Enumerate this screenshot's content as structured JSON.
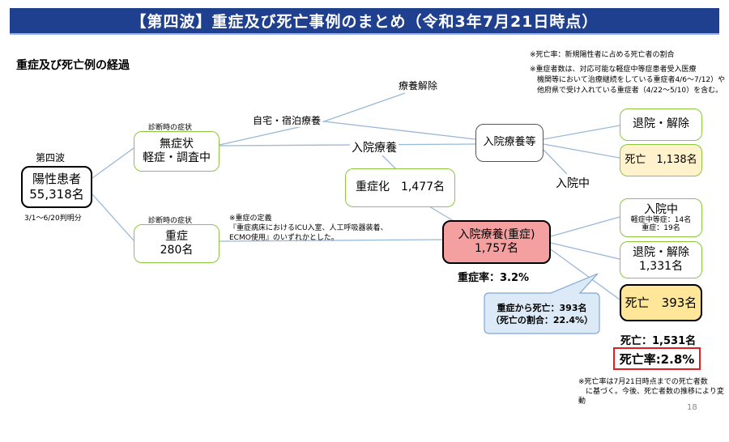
{
  "title": "【第四波】重症及び死亡事例のまとめ（令和3年7月21日時点）",
  "subtitle": "重症及び死亡例の経過",
  "notes": {
    "death_rate_def": "※死亡率：新規陽性者に占める死亡者の割合",
    "severe_count": "※重症者数は、対応可能な軽症中等症患者受入医療\n　機関等において治療継続をしている重症者4/6～7/12）や\n　他府県で受け入れている重症者（4/22～5/10）を含む。",
    "severe_definition": "※重症の定義\n『重症病床におけるICU入室、人工呼吸器装着、\nECMO使用』のいずれかとした。",
    "bottom": "※死亡率は7月21日時点までの死亡者数\n　に基づく。今後、死亡者数の推移により変動"
  },
  "wave": {
    "label": "第四波",
    "box_line1": "陽性患者",
    "box_line2": "55,318名",
    "period": "3/1～6/20判明分"
  },
  "diagnosis": {
    "caption_top": "診断時の症状",
    "top_line1": "無症状",
    "top_line2": "軽症・調査中",
    "caption_bottom": "診断時の症状",
    "bottom_line1": "重症",
    "bottom_line2": "280名"
  },
  "flow_labels": {
    "home": "自宅・宿泊療養",
    "release": "療養解除",
    "hospital": "入院療養",
    "in_hospital": "入院中"
  },
  "nodes": {
    "hospital_etc": "入院療養等",
    "severe_progress": "重症化　1,477名",
    "hospital_severe_line1": "入院療養(重症)",
    "hospital_severe_line2": "1,757名",
    "severe_rate": "重症率：3.2%",
    "discharge_top": "退院・解除",
    "death_top": "死亡　1,138名",
    "in_hosp_title": "入院中",
    "in_hosp_mild": "軽症中等症：14名",
    "in_hosp_severe": "重症：19名",
    "discharge_mid_line1": "退院・解除",
    "discharge_mid_line2": "1,331名",
    "death_bottom": "死亡　393名"
  },
  "callout": {
    "text": "重症から死亡：393名\n（死亡の割合：22.4%）"
  },
  "totals": {
    "deaths": "死亡：1,531名",
    "death_rate": "死亡率:2.8%"
  },
  "page_number": "18",
  "colors": {
    "banner": "#1f3f8f",
    "green_border": "#8cc63f",
    "yellow": "#fff2cc",
    "pink": "#f4a0a0",
    "red": "#e02020",
    "callout_fill": "#dce9f7"
  }
}
